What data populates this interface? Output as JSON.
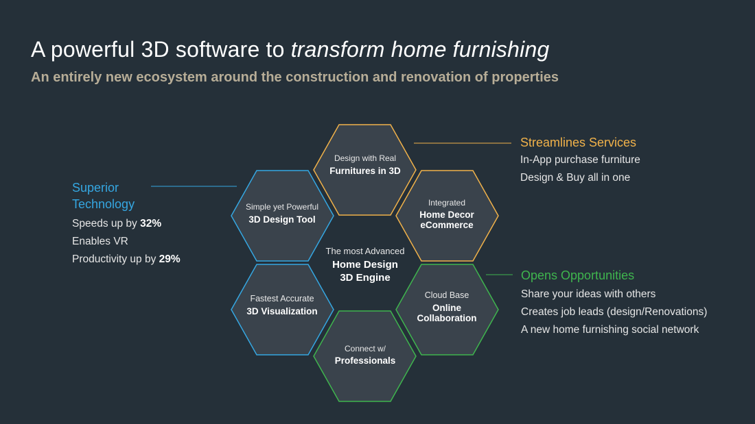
{
  "slide": {
    "title_plain": "A powerful 3D software to ",
    "title_italic": "transform home furnishing",
    "subtitle": "An entirely new ecosystem around the construction and renovation of properties"
  },
  "colors": {
    "background": "#253039",
    "hex_fill": "#3a434c",
    "orange": "#f1b24a",
    "blue": "#35a7e2",
    "green": "#3fb54e",
    "subtitle": "#b7ad97"
  },
  "center": {
    "line1": "The most Advanced",
    "line2": "Home Design",
    "line3": "3D Engine"
  },
  "hexes": {
    "top": {
      "line1": "Design with Real",
      "line2": "Furnitures in 3D"
    },
    "top_right": {
      "line1": "Integrated",
      "line2": "Home Decor",
      "line3": "eCommerce"
    },
    "top_left": {
      "line1": "Simple yet Powerful",
      "line2": "3D Design Tool"
    },
    "bottom_left": {
      "line1": "Fastest Accurate",
      "line2": "3D Visualization"
    },
    "bottom_right": {
      "line1": "Cloud Base",
      "line2": "Online",
      "line3": "Collaboration"
    },
    "bottom": {
      "line1": "Connect w/",
      "line2": "Professionals"
    }
  },
  "left_panel": {
    "heading_line1": "Superior",
    "heading_line2": "Technology",
    "items": [
      {
        "text": "Speeds up by ",
        "bold": "32%"
      },
      {
        "text": "Enables VR",
        "bold": ""
      },
      {
        "text": "Productivity up by ",
        "bold": "29%"
      }
    ]
  },
  "right_top_panel": {
    "heading": "Streamlines Services",
    "items": [
      "In-App purchase furniture",
      "Design & Buy all in one"
    ]
  },
  "right_bottom_panel": {
    "heading": "Opens Opportunities",
    "items": [
      "Share your ideas with others",
      "Creates job leads (design/Renovations)",
      "A new home furnishing social network"
    ]
  }
}
